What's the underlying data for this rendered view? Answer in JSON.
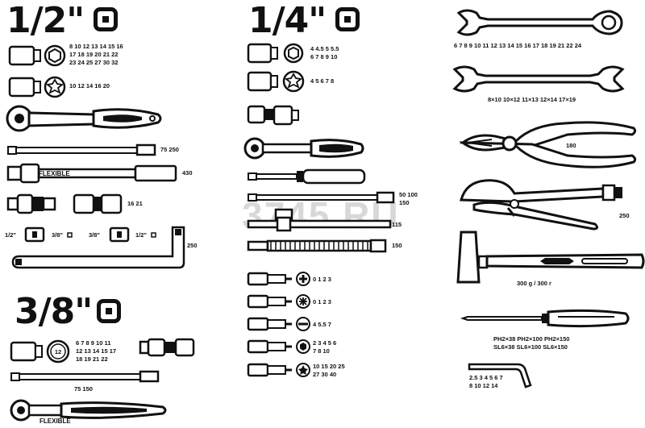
{
  "watermark": "3745.RU",
  "sections": {
    "half": {
      "title": "1/2\""
    },
    "quarter": {
      "title": "1/4\""
    },
    "three_eighths": {
      "title": "3/8\""
    }
  },
  "half": {
    "socket_sizes_1": "8 10 12 13 14 15 16",
    "socket_sizes_2": "17 18 19 20 21 22",
    "socket_sizes_3": "23 24 25 27 30 32",
    "torx_socket_sizes": "10 12 14 16 20",
    "extension_sizes": "75 250",
    "flexible_label": "FLEXIBLE",
    "flexible_size": "430",
    "joint_sizes": "16 21",
    "adapter_1_from": "1/2\"",
    "adapter_1_to": "3/8\"",
    "adapter_2_from": "3/8\"",
    "adapter_2_to": "1/2\"",
    "l_bar_size": "250"
  },
  "quarter": {
    "socket_sizes_1": "4 4.5 5 5.5",
    "socket_sizes_2": "6 7 8 9 10",
    "torx_socket_sizes": "4 5 6 7 8",
    "extension_sizes_1": "50 100",
    "extension_sizes_2": "150",
    "tbar_size": "115",
    "flex_ext_size": "150",
    "bit_ph": "0 1 2 3",
    "bit_pz": "0 1 2 3",
    "bit_slot": "4 5.5 7",
    "bit_hex_1": "2 3 4 5 6",
    "bit_hex_2": "7 8 10",
    "bit_torx_1": "10 15 20 25",
    "bit_torx_2": "27 30 40"
  },
  "three_eighths": {
    "socket_badge": "12",
    "socket_sizes_1": "6 7 8 9 10 11",
    "socket_sizes_2": "12 13 14 15 17",
    "socket_sizes_3": "18 19 21 22",
    "extension_sizes": "75 150",
    "flexible_label": "FLEXIBLE"
  },
  "right": {
    "combination_sizes": "6 7 8 9 10 11 12 13 14 15 16 17 18 19 21 22 24",
    "open_end_sizes": "8×10 10×12 11×13 12×14 17×19",
    "pliers_size": "180",
    "locking_pliers_size": "250",
    "hammer_label": "300 g / 300 г",
    "screwdriver_row_1": "PH2×38 PH2×100 PH2×150",
    "screwdriver_row_2": "SL6×38 SL6×100 SL6×150",
    "hex_key_row_1": "2.5 3 4 5 6 7",
    "hex_key_row_2": "8 10 12 14"
  }
}
